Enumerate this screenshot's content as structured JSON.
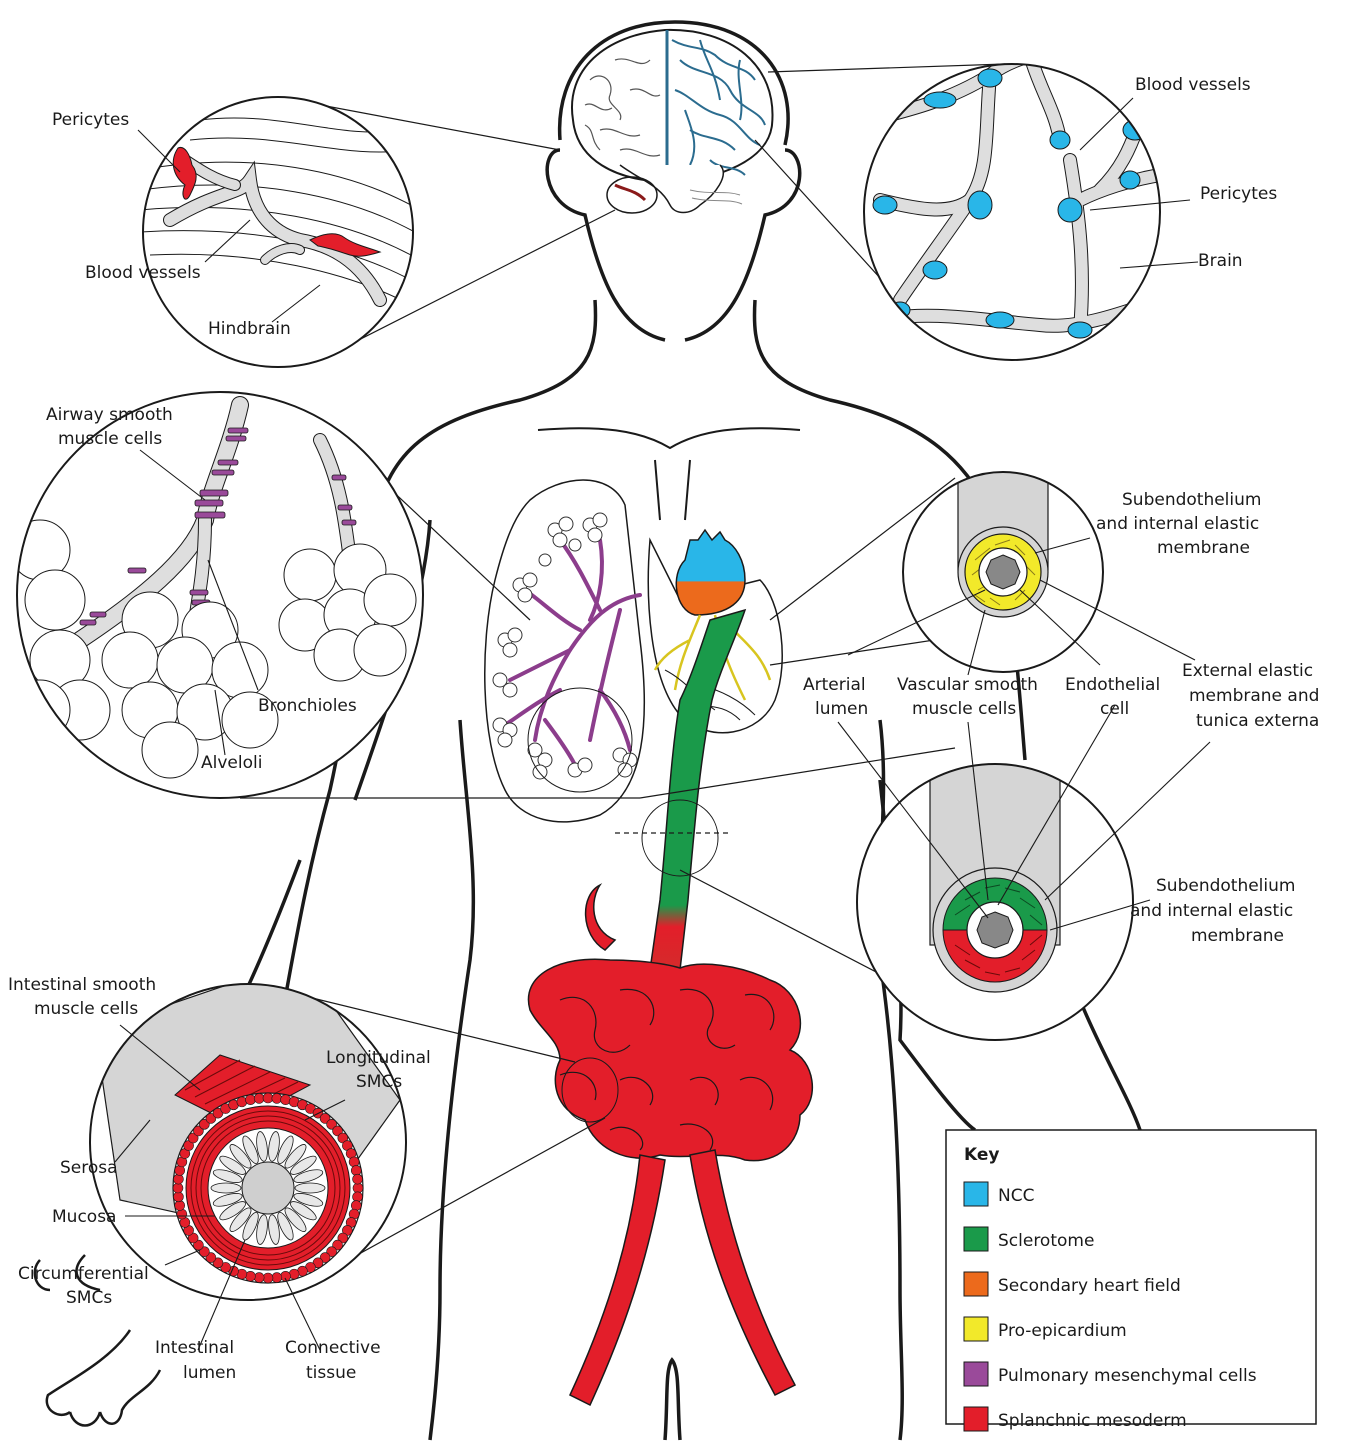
{
  "labels": {
    "hindbrain_pericytes": "Pericytes",
    "hindbrain_vessels": "Blood vessels",
    "hindbrain": "Hindbrain",
    "brain_vessels": "Blood vessels",
    "brain_pericytes": "Pericytes",
    "brain": "Brain",
    "airway_1": "Airway smooth",
    "airway_2": "muscle cells",
    "bronchioles": "Bronchioles",
    "alveoli": "Alveloli",
    "subendo_top_1": "Subendothelium",
    "subendo_top_2": "and internal elastic",
    "subendo_top_3": "membrane",
    "arterial_1": "Arterial",
    "arterial_2": "lumen",
    "vsmc_1": "Vascular smooth",
    "vsmc_2": "muscle cells",
    "endo_1": "Endothelial",
    "endo_2": "cell",
    "external_1": "External elastic",
    "external_2": "membrane and",
    "external_3": "tunica externa",
    "subendo_bot_1": "Subendothelium",
    "subendo_bot_2": "and internal elastic",
    "subendo_bot_3": "membrane",
    "ismc_1": "Intestinal smooth",
    "ismc_2": "muscle cells",
    "longitudinal_1": "Longitudinal",
    "longitudinal_2": "SMCs",
    "serosa": "Serosa",
    "mucosa": "Mucosa",
    "circ_1": "Circumferential",
    "circ_2": "SMCs",
    "lumen_1": "Intestinal",
    "lumen_2": "lumen",
    "connective_1": "Connective",
    "connective_2": "tissue"
  },
  "key": {
    "title": "Key",
    "items": [
      {
        "label": "NCC",
        "color": "#29b6e8"
      },
      {
        "label": "Sclerotome",
        "color": "#1a9a4a"
      },
      {
        "label": "Secondary heart field",
        "color": "#ec6a1c"
      },
      {
        "label": "Pro-epicardium",
        "color": "#f2e92a"
      },
      {
        "label": "Pulmonary mesenchymal cells",
        "color": "#9a4a9a"
      },
      {
        "label": "Splanchnic mesoderm",
        "color": "#e31e2a"
      }
    ]
  }
}
